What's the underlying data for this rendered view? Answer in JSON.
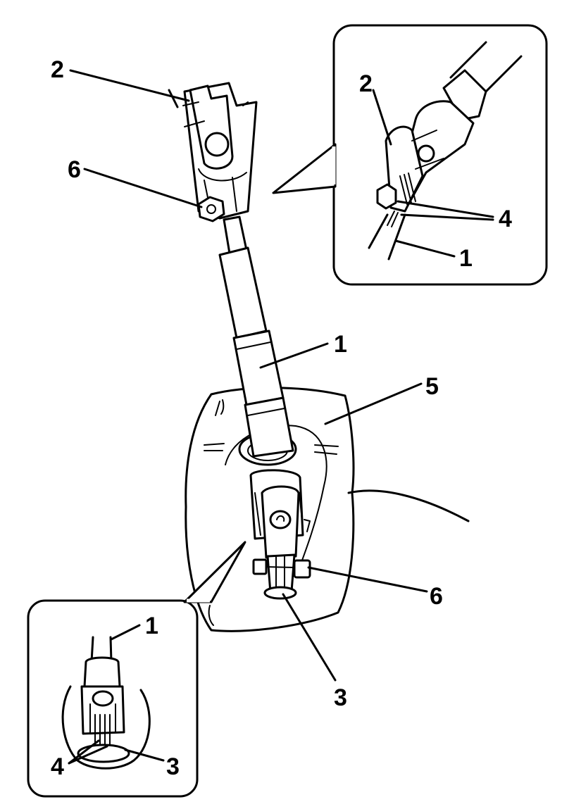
{
  "callouts": {
    "top_2": "2",
    "top_6": "6",
    "shaft_1": "1",
    "boot_5": "5",
    "lower_6": "6",
    "lower_3": "3",
    "inset_top_2": "2",
    "inset_top_4": "4",
    "inset_top_1": "1",
    "inset_bottom_1": "1",
    "inset_bottom_4": "4",
    "inset_bottom_3": "3"
  }
}
